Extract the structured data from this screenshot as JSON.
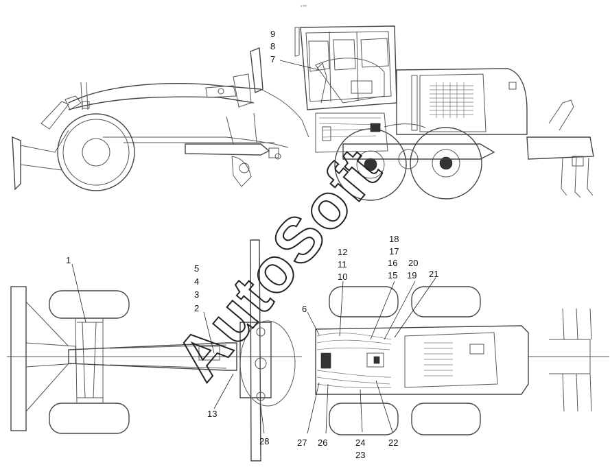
{
  "diagram": {
    "watermark": "AutoSoft",
    "header_mark": "ᵇ ⁰⁰⁰",
    "callouts": {
      "c1": "1",
      "c2": "2",
      "c3": "3",
      "c4": "4",
      "c5": "5",
      "c6": "6",
      "c7": "7",
      "c8": "8",
      "c9": "9",
      "c10": "10",
      "c11": "11",
      "c12": "12",
      "c13": "13",
      "c15": "15",
      "c16": "16",
      "c17": "17",
      "c18": "18",
      "c19": "19",
      "c20": "20",
      "c21": "21",
      "c22": "22",
      "c23": "23",
      "c24": "24",
      "c26": "26",
      "c27": "27",
      "c28": "28"
    }
  }
}
